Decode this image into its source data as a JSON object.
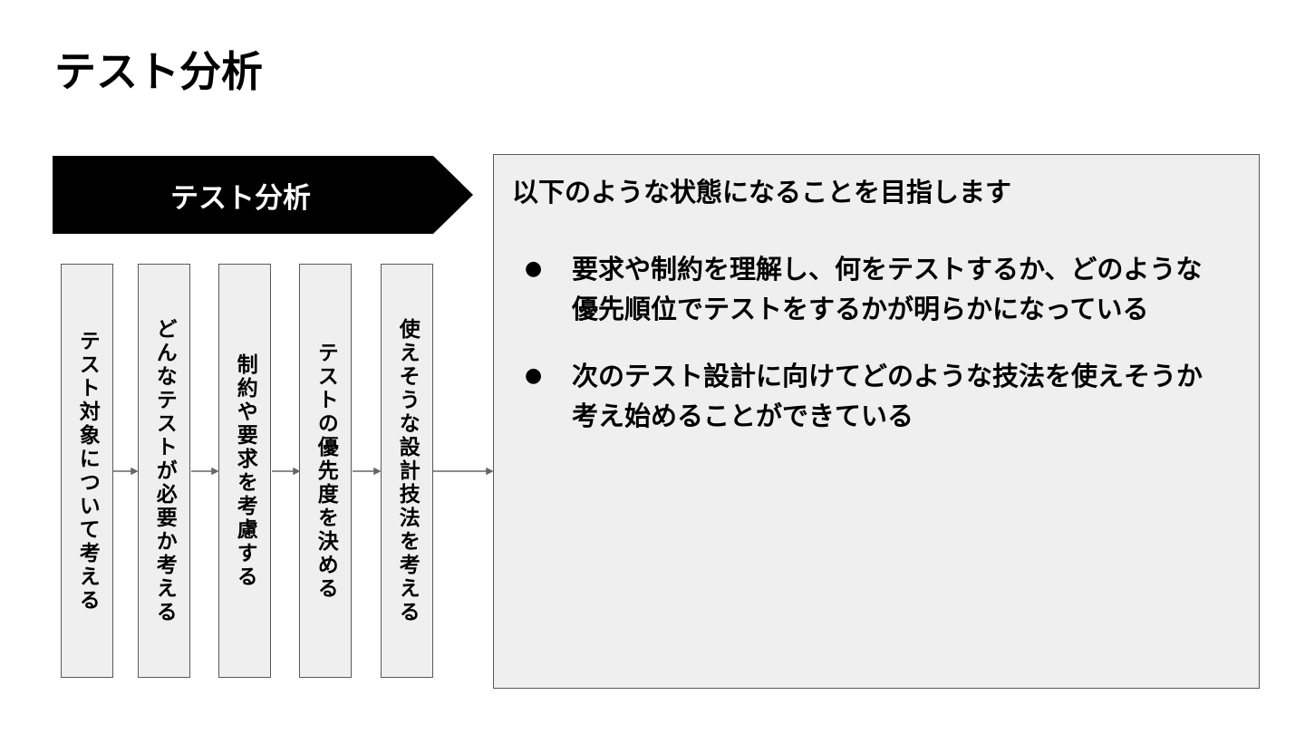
{
  "page_title": "テスト分析",
  "banner": {
    "label": "テスト分析",
    "fill_color": "#000000"
  },
  "steps": [
    {
      "label": "テスト対象について考える"
    },
    {
      "label": "どんなテストが必要か考える"
    },
    {
      "label": "制約や要求を考慮する"
    },
    {
      "label": "テストの優先度を決める"
    },
    {
      "label": "使えそうな設計技法を考える"
    }
  ],
  "goal": {
    "heading": "以下のような状態になることを目指します",
    "items": [
      {
        "bullet": "●",
        "text": "要求や制約を理解し、何をテストするか、どのような優先順位でテストをするかが明らかになっている"
      },
      {
        "bullet": "●",
        "text": "次のテスト設計に向けてどのような技法を使えそうか考え始めることができている"
      }
    ]
  },
  "colors": {
    "box_fill": "#efefef",
    "box_border": "#595959",
    "connector": "#666666"
  }
}
